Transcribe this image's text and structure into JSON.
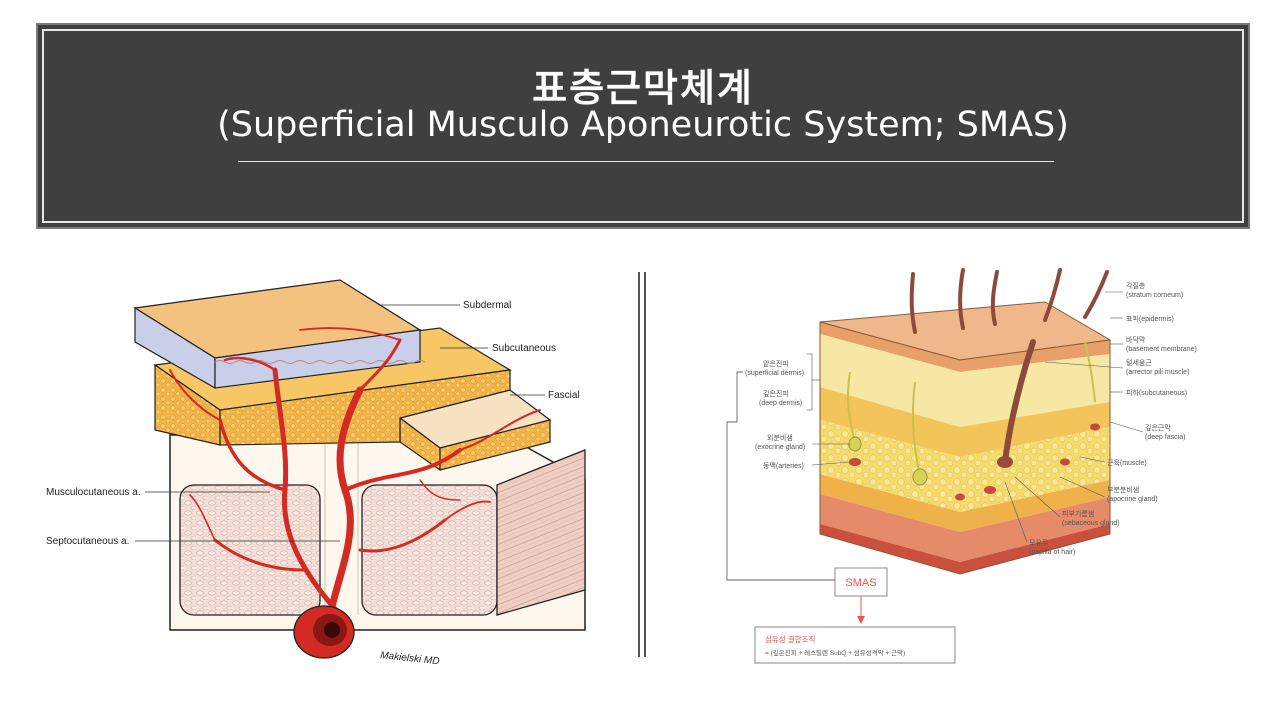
{
  "slide": {
    "title_ko": "표층근막체계",
    "title_en": "(Superficial Musculo Aponeurotic System; SMAS)"
  },
  "left_diagram": {
    "labels": {
      "subdermal": "Subdermal",
      "subcutaneous": "Subcutaneous",
      "fascial": "Fascial",
      "musculocutaneous": "Musculocutaneous a.",
      "septocutaneous": "Septocutaneous a."
    },
    "signature": "Makielski MD"
  },
  "right_diagram": {
    "labels": {
      "stratum": "각질층",
      "stratum_en": "(stratum corneum)",
      "epidermis": "표피(epidermis)",
      "basement": "바닥막",
      "basement_en": "(basement membrane)",
      "arrector": "털세움근",
      "arrector_en": "(arrector pili muscle)",
      "subcutaneous": "피하(subcutaneous)",
      "deep_fascia": "깊은근막",
      "deep_fascia_en": "(deep fascia)",
      "muscle": "근육(muscle)",
      "apocrine": "부분분비샘",
      "apocrine_en": "(apocrine gland)",
      "sebaceous": "피부기름샘",
      "sebaceous_en": "(sebaceous gland)",
      "papilla": "모유두",
      "papilla_en": "(papilla of hair)",
      "superficial_dermis": "얕은진피",
      "superficial_dermis_en": "(superficial dermis)",
      "deep_dermis": "깊은진피",
      "deep_dermis_en": "(deep dermis)",
      "exocrine": "외분비샘",
      "exocrine_en": "(exocrine gland)",
      "arteries": "동맥(arteries)"
    },
    "smas_box": "SMAS",
    "result_title": "섬유성 결합조직",
    "result_formula": "= (깊은진피 + 레스틸렌 SubQ + 섬유성격막 + 근막)"
  },
  "colors": {
    "header_bg": "#3f3f3f",
    "vessel_red": "#d42a24",
    "fat_orange": "#f2b24a",
    "muscle_pink": "#f1d9d3",
    "dermis_blue": "#c9cfe8",
    "accent_red": "#e05a4f"
  }
}
